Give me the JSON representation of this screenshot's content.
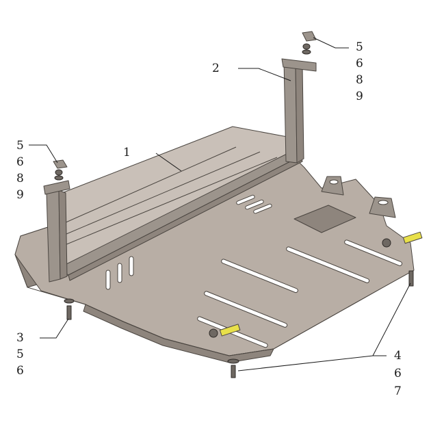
{
  "colors": {
    "plate": "#b8aea5",
    "plate_light": "#c9c0b8",
    "plate_dark": "#8e857d",
    "edge": "#4a4540",
    "bracket": "#9c948c",
    "accent": "#e8e04a",
    "fastener": "#6e6862"
  },
  "callouts": {
    "part_1": "1",
    "part_2": "2",
    "right_bracket_hardware": [
      "5",
      "6",
      "8",
      "9"
    ],
    "left_bracket_hardware": [
      "5",
      "6",
      "8",
      "9"
    ],
    "front_left_hardware": [
      "3",
      "5",
      "6"
    ],
    "front_right_hardware": [
      "4",
      "6",
      "7"
    ]
  }
}
